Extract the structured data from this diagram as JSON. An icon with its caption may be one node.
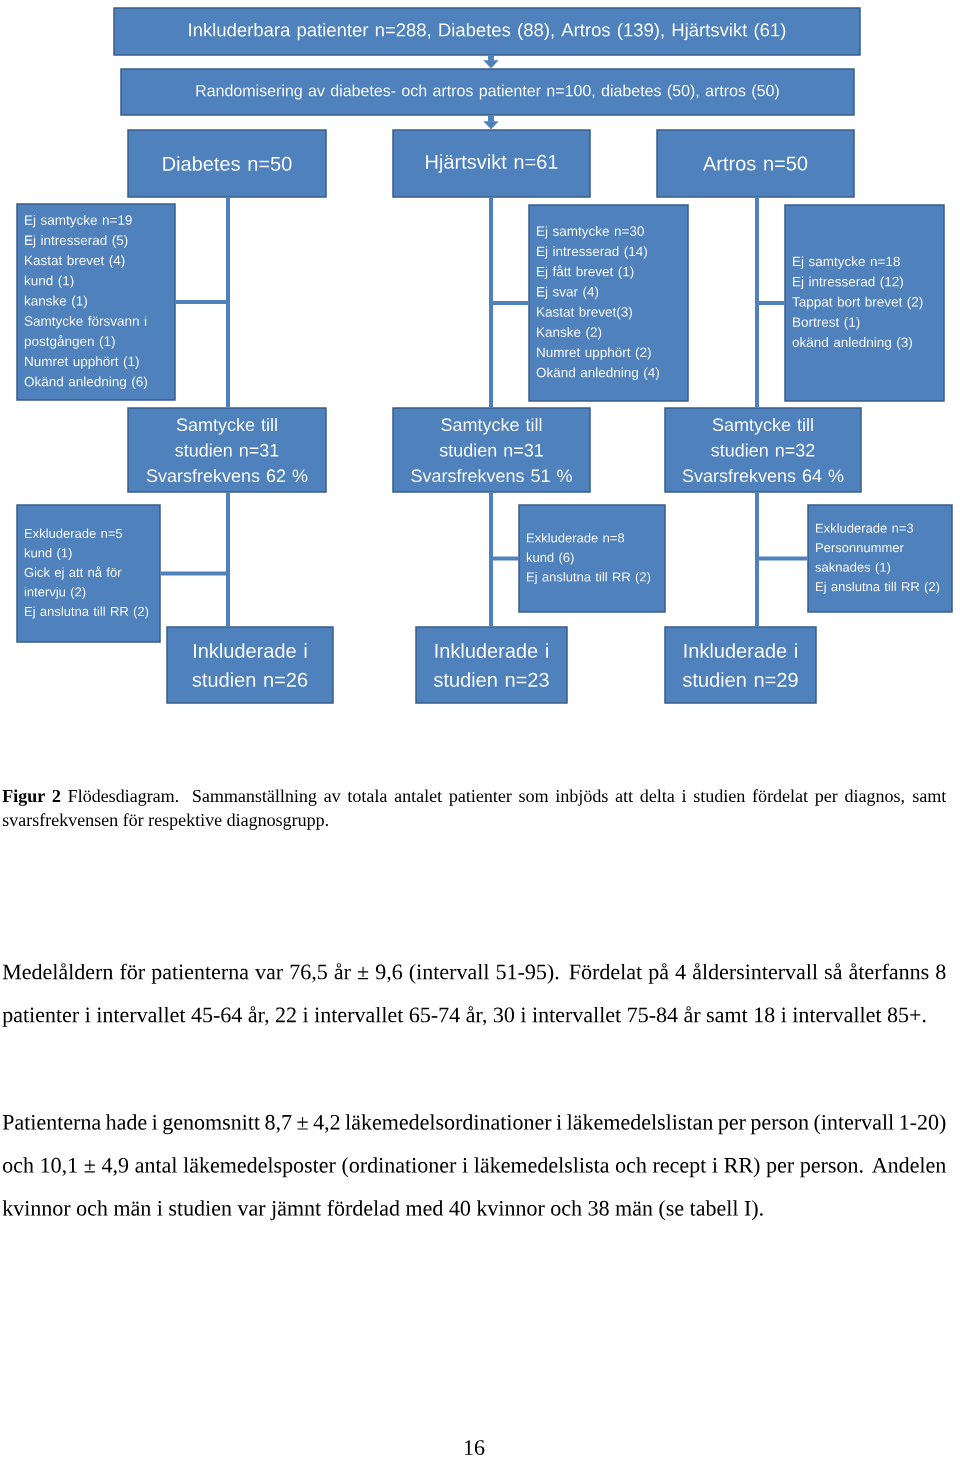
{
  "diagram": {
    "nodes": [
      {
        "text": [
          "Inkluderbara patienter n=288, Diabetes (88), Artros (139), Hjärtsvikt (61)"
        ]
      },
      {
        "text": [
          "Randomisering av diabetes- och artros patienter n=100, diabetes (50), artros (50)"
        ]
      },
      {
        "text": [
          "Diabetes n=50"
        ]
      },
      {
        "text": [
          "Hjärtsvikt n=61"
        ]
      },
      {
        "text": [
          "Artros n=50"
        ]
      },
      {
        "text": [
          "Ej samtycke n=19",
          "Ej intresserad (5)",
          "Kastat brevet (4)",
          "kund (1)",
          "kanske (1)",
          "Samtycke försvann i postgången (1)",
          "Numret upphört (1)",
          "Okänd anledning (6)"
        ]
      },
      {
        "text": [
          "Ej samtycke n=30",
          "Ej intresserad (14)",
          "Ej fått brevet (1)",
          "Ej svar (4)",
          "Kastat brevet(3)",
          "Kanske (2)",
          "Numret upphört (2)",
          "Okänd anledning (4)"
        ]
      },
      {
        "text": [
          "Ej samtycke n=18",
          "Ej intresserad (12)",
          "Tappat bort brevet (2)",
          "Bortrest (1)",
          "okänd anledning (3)"
        ]
      },
      {
        "text": [
          "Samtycke till studien n=31",
          "Svarsfrekvens 62 %"
        ]
      },
      {
        "text": [
          "Samtycke till studien n=31",
          "Svarsfrekvens 51 %"
        ]
      },
      {
        "text": [
          "Samtycke till studien n=32",
          "Svarsfrekvens 64 %"
        ]
      },
      {
        "text": [
          "Exkluderade n=5",
          "kund (1)",
          "Gick ej att nå för intervju (2)",
          "Ej anslutna till RR (2)"
        ]
      },
      {
        "text": [
          "Exkluderade n=8",
          "kund (6)",
          "Ej anslutna till RR (2)"
        ]
      },
      {
        "text": [
          "Exkluderade n=3",
          "Personnummer saknades (1)",
          "Ej anslutna till RR (2)"
        ]
      },
      {
        "text": [
          "Inkluderade i studien n=26"
        ]
      },
      {
        "text": [
          "Inkluderade i studien n=23"
        ]
      },
      {
        "text": [
          "Inkluderade i studien n=29"
        ]
      }
    ],
    "edges": [
      {
        "from": 0,
        "to": 1,
        "arrow": "to"
      },
      {
        "from": 1,
        "to": 3,
        "arrow": "to"
      },
      {
        "from": 2,
        "to": 8,
        "arrow": "none"
      },
      {
        "from": 2,
        "to": 5,
        "arrow": "none"
      },
      {
        "from": 3,
        "to": 9,
        "arrow": "none"
      },
      {
        "from": 3,
        "to": 6,
        "arrow": "none"
      },
      {
        "from": 4,
        "to": 10,
        "arrow": "none"
      },
      {
        "from": 4,
        "to": 7,
        "arrow": "none"
      },
      {
        "from": 8,
        "to": 14,
        "arrow": "none"
      },
      {
        "from": 8,
        "to": 11,
        "arrow": "none"
      },
      {
        "from": 9,
        "to": 15,
        "arrow": "none"
      },
      {
        "from": 9,
        "to": 12,
        "arrow": "none"
      },
      {
        "from": 10,
        "to": 16,
        "arrow": "none"
      },
      {
        "from": 10,
        "to": 13,
        "arrow": "none"
      }
    ],
    "caption": "**Figur 2** Flödesdiagram. Sammanställning av totala antalet patienter som inbjöds att delta i studien fördelat per diagnos, samt svarsfrekvensen för respektive diagnosgrupp.",
    "labels": [
      "Medelåldern för patienterna var 76,5 år ± 9,6 (intervall 51-95). Fördelat på 4 åldersintervall så återfanns 8 patienter i intervallet 45-64 år, 22 i intervallet 65-74 år, 30 i intervallet 75-84 år samt 18 i intervallet 85+.",
      "Patienterna hade i genomsnitt 8,7 ± 4,2 läkemedelsordinationer i läkemedelslistan per person (intervall 1-20) och 10,1 ± 4,9 antal läkemedelsposter (ordinationer i läkemedelslista och recept i RR) per person. Andelen kvinnor och män i studien var jämnt fördelad med 40 kvinnor och 38 män (se tabell I).",
      "16"
    ]
  }
}
